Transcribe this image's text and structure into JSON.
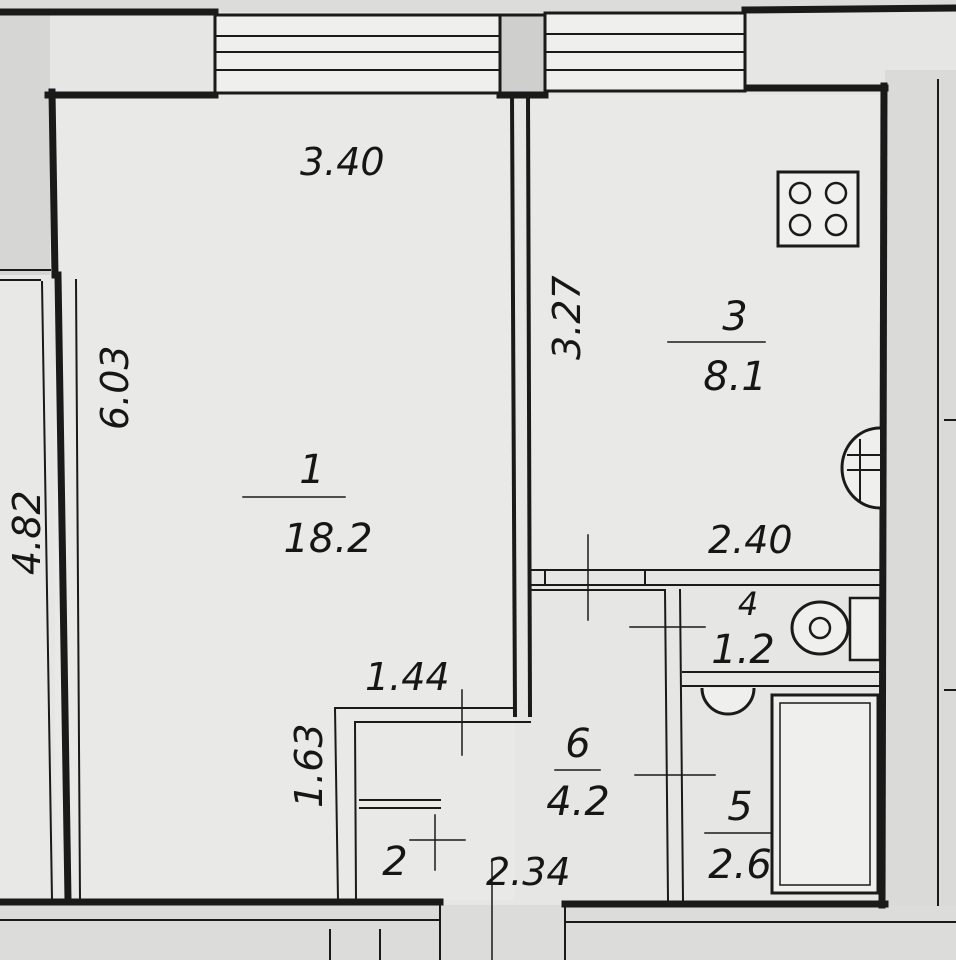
{
  "colors": {
    "paper": "#e6e6e4",
    "floor": "#e9e9e7",
    "outer_area": "#d8d8d6",
    "ink": "#1a1a1a"
  },
  "dimensions": {
    "room1_width": "3.40",
    "room1_length": "6.03",
    "left_room_length": "4.82",
    "kitchen_length": "3.27",
    "kitchen_width": "2.40",
    "hall_width": "1.44",
    "hall_depth": "1.63",
    "corridor_width": "2.34"
  },
  "rooms": [
    {
      "number": "1",
      "area": "18.2"
    },
    {
      "number": "3",
      "area": "8.1"
    },
    {
      "number": "4",
      "area": "1.2"
    },
    {
      "number": "5",
      "area": "2.6"
    },
    {
      "number": "6",
      "area": "4.2"
    },
    {
      "number": "2",
      "area": ""
    }
  ],
  "icons": [
    "stove-icon",
    "sink-icon",
    "toilet-icon",
    "washbasin-icon",
    "bathtub-icon"
  ]
}
